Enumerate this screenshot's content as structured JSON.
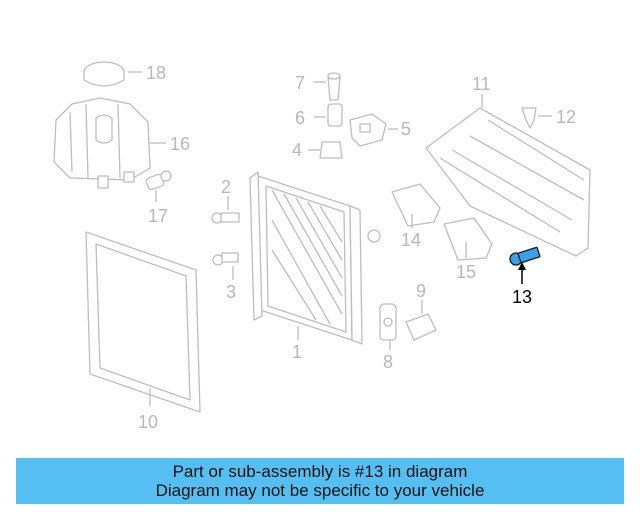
{
  "diagram": {
    "highlighted_callout": "13",
    "highlight_color": "#3aa0e8",
    "callouts": {
      "c1": "1",
      "c2": "2",
      "c3": "3",
      "c4": "4",
      "c5": "5",
      "c6": "6",
      "c7": "7",
      "c8": "8",
      "c9": "9",
      "c10": "10",
      "c11": "11",
      "c12": "12",
      "c13": "13",
      "c14": "14",
      "c15": "15",
      "c16": "16",
      "c17": "17",
      "c18": "18"
    }
  },
  "banner": {
    "background": "#55bff2",
    "line1": "Part or sub-assembly is #13 in diagram",
    "line2": "Diagram may not be specific to your vehicle"
  }
}
